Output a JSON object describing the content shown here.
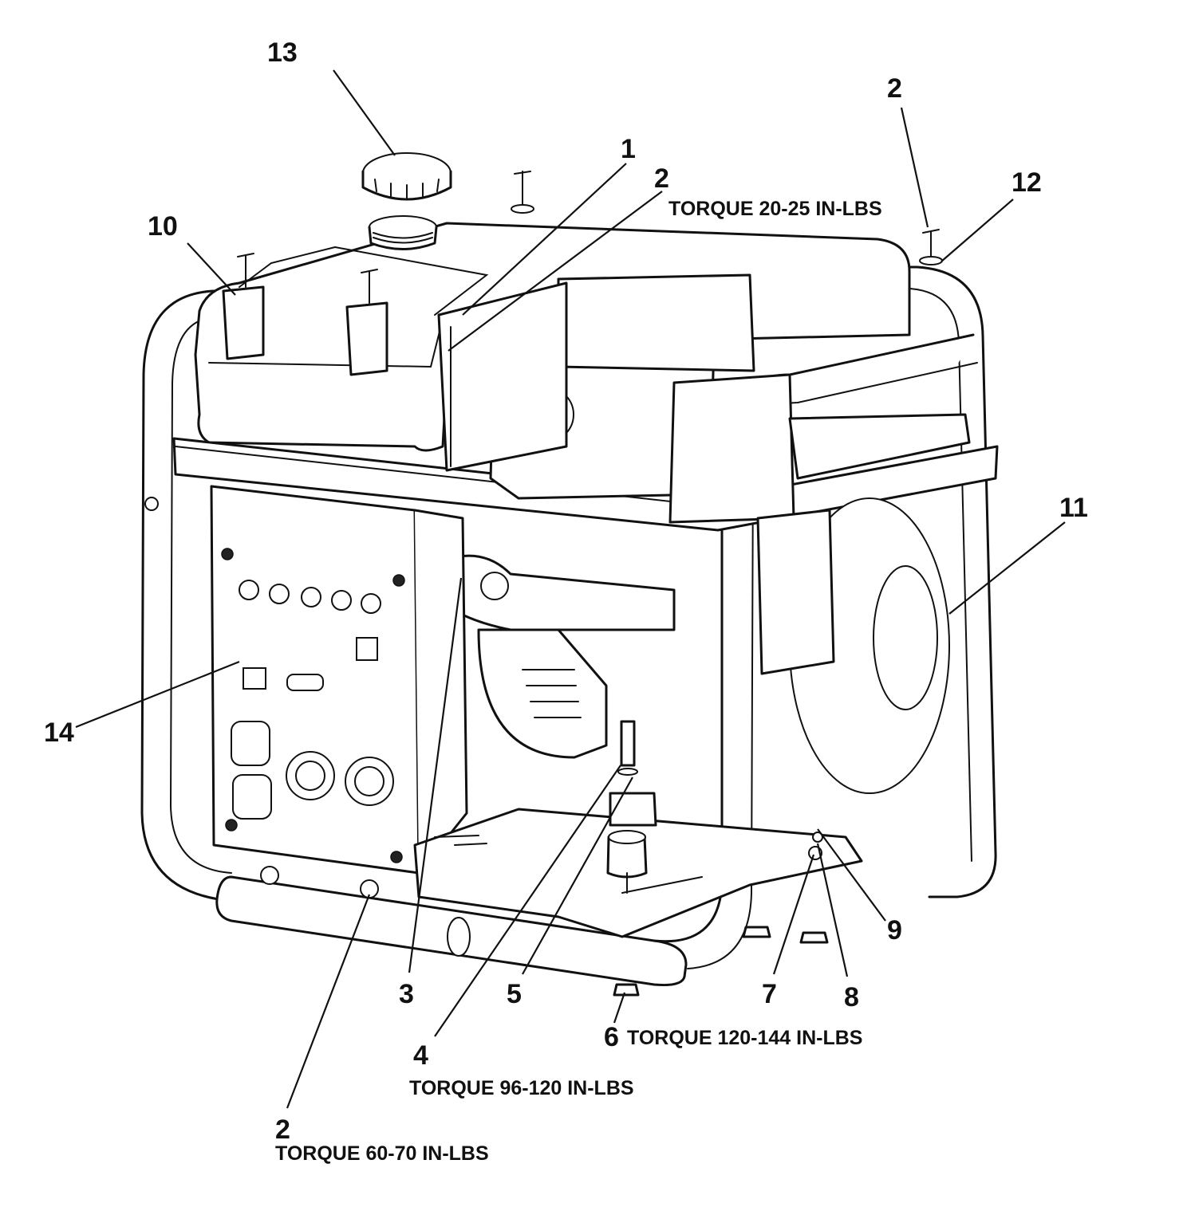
{
  "callouts": [
    {
      "id": "c1",
      "label": "1"
    },
    {
      "id": "c2a",
      "label": "2",
      "note": "TORQUE 20-25 IN-LBS"
    },
    {
      "id": "c2b",
      "label": "2"
    },
    {
      "id": "c2c",
      "label": "2",
      "note": "TORQUE 60-70 IN-LBS"
    },
    {
      "id": "c3",
      "label": "3"
    },
    {
      "id": "c4",
      "label": "4",
      "note": "TORQUE 96-120 IN-LBS"
    },
    {
      "id": "c5",
      "label": "5"
    },
    {
      "id": "c6",
      "label": "6",
      "note": "TORQUE 120-144 IN-LBS"
    },
    {
      "id": "c7",
      "label": "7"
    },
    {
      "id": "c8",
      "label": "8"
    },
    {
      "id": "c9",
      "label": "9"
    },
    {
      "id": "c10",
      "label": "10"
    },
    {
      "id": "c11",
      "label": "11"
    },
    {
      "id": "c12",
      "label": "12"
    },
    {
      "id": "c13",
      "label": "13"
    },
    {
      "id": "c14",
      "label": "14"
    }
  ]
}
